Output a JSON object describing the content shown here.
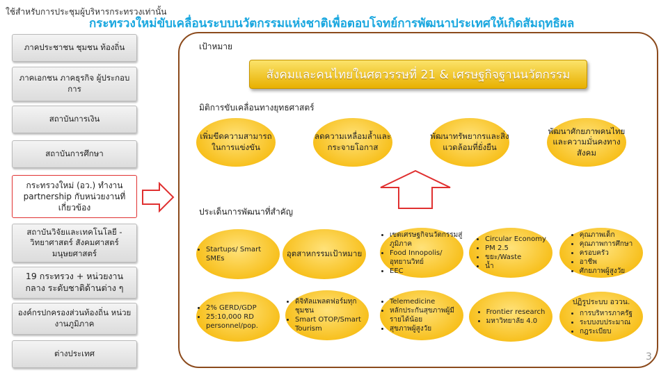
{
  "header": {
    "note": "ใช้สำหรับการประชุมผู้บริหารกระทรวงเท่านั้น",
    "headline": "กระทรวงใหม่ขับเคลื่อนระบบนวัตกรรมแห่งชาติเพื่อตอบโจทย์การพัฒนาประเทศให้เกิดสัมฤทธิผล"
  },
  "stakeholders": [
    "ภาคประชาชน ชุมชน ท้องถิ่น",
    "ภาคเอกชน ภาคธุรกิจ ผู้ประกอบการ",
    "สถาบันการเงิน",
    "สถาบันการศึกษา",
    "กระทรวงใหม่ (อว.) ทำงาน partnership กับหน่วยงานที่เกี่ยวข้อง",
    "สถาบันวิจัยและเทคโนโลยี - วิทยาศาสตร์ สังคมศาสตร์ มนุษยศาสตร์",
    "19 กระทรวง + หน่วยงานกลาง ระดับชาติด้านต่าง ๆ",
    "องค์กรปกครองส่วนท้องถิ่น หน่วยงานภูมิภาค",
    "ต่างประเทศ"
  ],
  "frame": {
    "label": "เป้าหมาย",
    "goal": "สังคมและคนไทยในศตวรรษที่ 21 & เศรษฐกิจฐานนวัตกรรม",
    "strategy_label": "มิติการขับเคลื่อนทางยุทธศาสตร์",
    "strategies": [
      "เพิ่มขีดความสามารถในการแข่งขัน",
      "ลดความเหลื่อมล้ำและกระจายโอกาส",
      "พัฒนาทรัพยากรและสิ่งแวดล้อมที่ยั่งยืน",
      "พัฒนาศักยภาพคนไทยและความมั่นคงทางสังคม"
    ],
    "issues_label": "ประเด็นการพัฒนาที่สำคัญ",
    "issues_row1": [
      {
        "items": [
          "Startups/ Smart SMEs"
        ]
      },
      {
        "text": "อุตสาหกรรมเป้าหมาย"
      },
      {
        "items": [
          "เขตเศรษฐกิจนวัตกรรมสู่ภูมิภาค",
          "Food Innopolis/ อุทยานวิทย์",
          "EEC"
        ]
      },
      {
        "items": [
          "Circular Economy",
          "PM 2.5",
          "ขยะ/Waste",
          "น้ำ"
        ]
      },
      {
        "items": [
          "คุณภาพเด็ก",
          "คุณภาพการศึกษา",
          "ครอบครัว",
          "อาชีพ",
          "ศักยภาพผู้สูงวัย"
        ]
      }
    ],
    "issues_row2": [
      {
        "items": [
          "2% GERD/GDP",
          "25:10,000 RD personnel/pop."
        ]
      },
      {
        "items": [
          "ดิจิทัลแพลตฟอร์มทุกชุมชน",
          "Smart OTOP/Smart Tourism"
        ]
      },
      {
        "items": [
          "Telemedicine",
          "หลักประกันสุขภาพผู้มีรายได้น้อย",
          "สุขภาพผู้สูงวัย"
        ]
      },
      {
        "items": [
          "Frontier research",
          "มหาวิทยาลัย 4.0"
        ]
      },
      {
        "title": "ปฏิรูประบบ อววน.",
        "items": [
          "การบริหารภาครัฐ",
          "ระบบงบประมาณ",
          "กฎระเบียบ"
        ]
      }
    ]
  },
  "page_number": "3",
  "colors": {
    "headline": "#19a7df",
    "frame_border": "#8b4a1c",
    "oval_fill": "#f7be18",
    "goal_fill": "#e8b000",
    "highlight_border": "#e03030"
  }
}
